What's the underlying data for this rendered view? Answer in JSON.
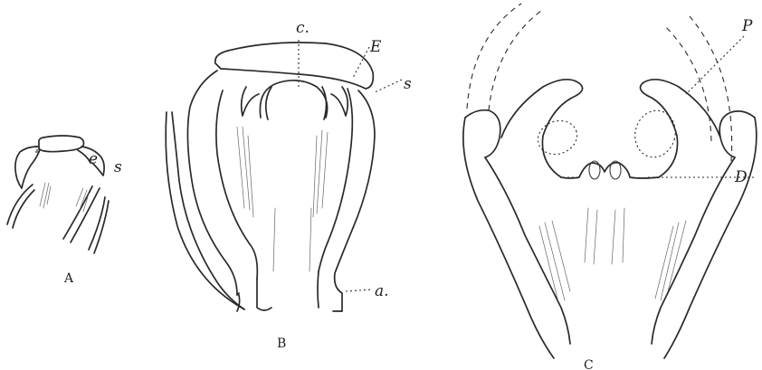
{
  "figure": {
    "panels": [
      {
        "id": "A",
        "caption": "A",
        "labels": {
          "e": "e",
          "s": "s"
        }
      },
      {
        "id": "B",
        "caption": "B",
        "labels": {
          "c": "c.",
          "E": "E",
          "s": "s",
          "a": "a."
        }
      },
      {
        "id": "C",
        "caption": "C",
        "labels": {
          "P": "P",
          "D": "D"
        }
      }
    ]
  }
}
